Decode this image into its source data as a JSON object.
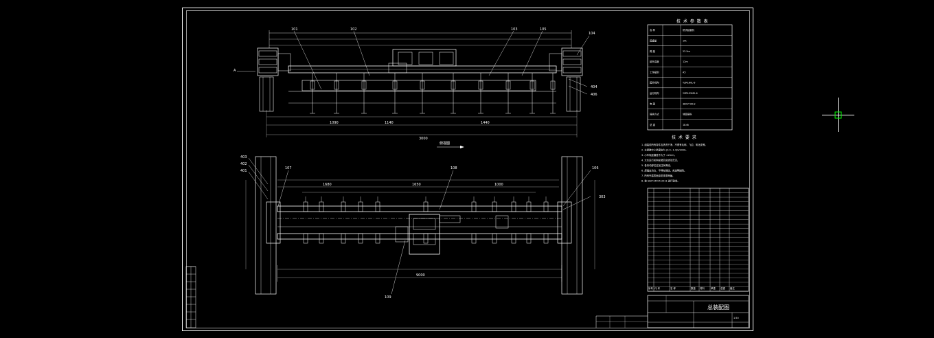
{
  "drawing": {
    "title_tech": "技 术 参 数 表",
    "title_req": "技 术 要 求",
    "view_label": "俯视图",
    "sheet_name": "总装配图",
    "scale": "1:50",
    "mark_a": "A"
  },
  "callouts_top": [
    "101",
    "102",
    "103",
    "105",
    "104",
    "404",
    "406"
  ],
  "callouts_bottom_left": [
    "403",
    "402",
    "401",
    "107"
  ],
  "callouts_bottom_right": [
    "106",
    "303"
  ],
  "callouts_bottom_center": [
    "108",
    "109"
  ],
  "dims_top": [
    "1090",
    "1140",
    "1440",
    "3000"
  ],
  "dims_bottom": [
    "1680",
    "1650",
    "1000",
    "9000"
  ],
  "tech_table_keys": [
    "名 称",
    "起重量",
    "跨 度",
    "起升高度",
    "工作级别",
    "起升机构",
    "运行机构",
    "电 源",
    "操纵方式",
    "总 重"
  ],
  "tech_table_vals": [
    "桥式起重机",
    "10t",
    "22.5m",
    "12m",
    "A5",
    "YZR160L-6",
    "YZR132M2-6",
    "380V 50Hz",
    "地面操纵",
    "18.6t"
  ],
  "req_lines": [
    "1. 组装前所有零件应清洗干净，不得有毛刺、飞边、氧化皮等。",
    "2. 主梁跨中上拱度应为 (0.9~1.4)S/1000。",
    "3. 小车轨距偏差不大于 ±2mm。",
    "4. 大车运行机构安装后应转动灵活。",
    "5. 各传动部位应加注润滑油。",
    "6. 焊缝应均匀，不得有裂纹、夹渣等缺陷。",
    "7. 所有外露表面涂防锈漆两遍。",
    "8. 按 GB/T14405-2011 进行验收。"
  ],
  "bom_header": [
    "序号",
    "代 号",
    "名 称",
    "数量",
    "材料",
    "单重",
    "总重",
    "备注"
  ],
  "bom_rows": 22,
  "crosshair_color": "#00ff00"
}
